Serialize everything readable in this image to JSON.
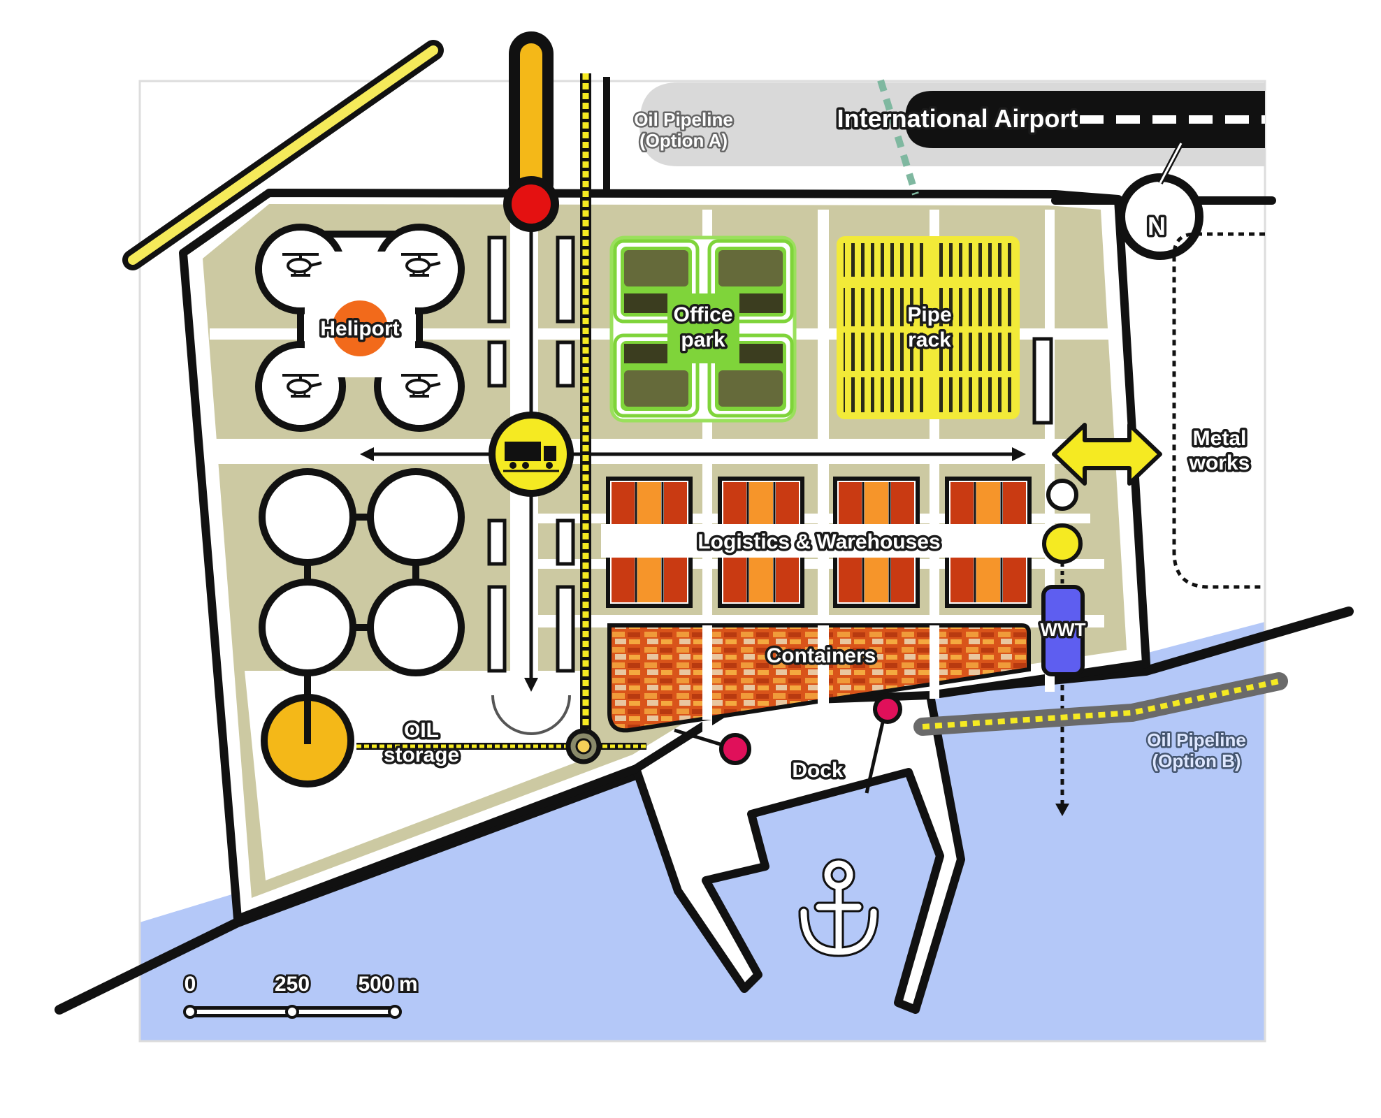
{
  "colors": {
    "sea": "#b4c8f8",
    "land": "#ccc9a2",
    "road": "#ffffff",
    "outline": "#111111",
    "warehouse_dark": "#c93a12",
    "warehouse_light": "#f6952a",
    "office_green": "#7fd43a",
    "office_block": "#656a3a",
    "pipe_rack": "#f2ea38",
    "heliport": "#f26a1b",
    "oil_storage": "#f4b818",
    "wwt": "#5e5ef0",
    "dock_marker": "#e0105a",
    "transport_hub": "#f5ea22"
  },
  "labels": {
    "heliport": "Heliport",
    "office_park_line1": "Office",
    "office_park_line2": "park",
    "pipe_rack_line1": "Pipe",
    "pipe_rack_line2": "rack",
    "logistics": "Logistics & Warehouses",
    "containers": "Containers",
    "wwt": "WWT",
    "oil_storage_line1": "OIL",
    "oil_storage_line2": "storage",
    "dock": "Dock",
    "metal_works_line1": "Metal",
    "metal_works_line2": "works",
    "airport": "International Airport",
    "pipeline_a_line1": "Oil Pipeline",
    "pipeline_a_line2": "(Option A)",
    "pipeline_b_line1": "Oil Pipeline",
    "pipeline_b_line2": "(Option B)",
    "north": "N"
  },
  "scale_bar": {
    "tick_0": "0",
    "tick_1": "250",
    "tick_2": "500 m"
  },
  "icons": {
    "helicopter": "helicopter-icon",
    "truck": "truck-icon",
    "anchor": "anchor-icon",
    "north_arrow": "north-arrow-icon",
    "double_arrow": "double-arrow-icon"
  }
}
